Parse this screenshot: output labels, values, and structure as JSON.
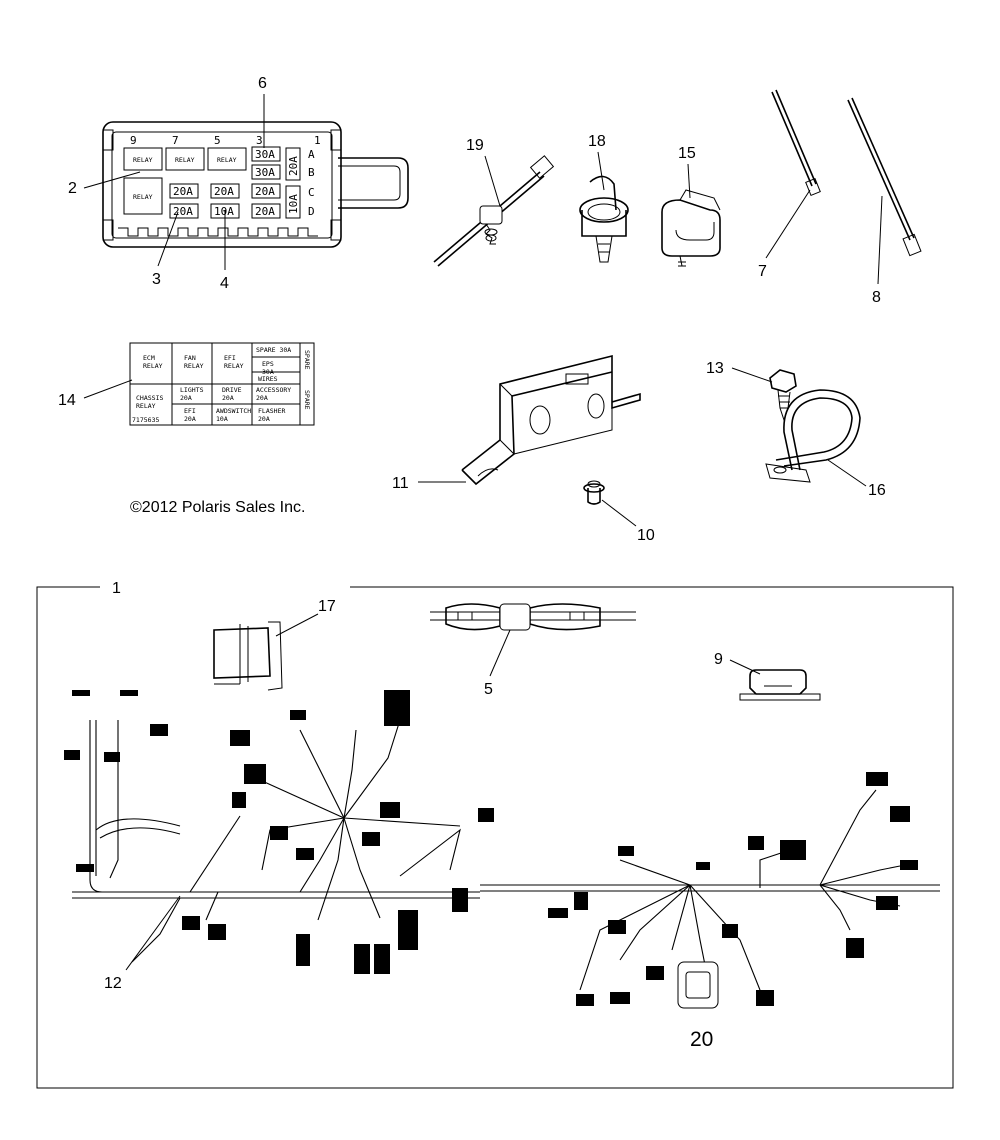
{
  "copyright": "©2012 Polaris Sales Inc.",
  "callouts": {
    "c1": "1",
    "c2": "2",
    "c3": "3",
    "c4": "4",
    "c5": "5",
    "c6": "6",
    "c7": "7",
    "c8": "8",
    "c9": "9",
    "c10": "10",
    "c11": "11",
    "c12": "12",
    "c13": "13",
    "c14": "14",
    "c15": "15",
    "c16": "16",
    "c17": "17",
    "c18": "18",
    "c19": "19",
    "c20": "20"
  },
  "fuse_box": {
    "column_numbers": [
      "9",
      "7",
      "5",
      "3",
      "1"
    ],
    "row_letters": [
      "A",
      "B",
      "C",
      "D"
    ],
    "relays": [
      "RELAY",
      "RELAY",
      "RELAY",
      "RELAY"
    ],
    "fuses_top": [
      "30A",
      "30A"
    ],
    "fuses_mid": [
      "20A",
      "20A",
      "20A"
    ],
    "fuses_bottom": [
      "20A",
      "10A",
      "20A"
    ],
    "side_fuses": [
      "20A",
      "10A"
    ]
  },
  "fuse_label": {
    "r1c1": "ECM\nRELAY",
    "r1c2": "FAN\nRELAY",
    "r1c3": "EFI\nRELAY",
    "spare": "SPARE 30A",
    "eps": "EPS\n30A",
    "wires": "WIRES",
    "side_top": "SPARE",
    "side_bottom": "SPARE",
    "chassis": "CHASSIS\nRELAY",
    "lights": "LIGHTS\n20A",
    "drive": "DRIVE\n20A",
    "accessory": "ACCESSORY\n20A",
    "efi": "EFI\n20A",
    "awdswitch": "AWDSWITCH\n10A",
    "flasher": "FLASHER\n20A",
    "part_no": "7175635"
  }
}
